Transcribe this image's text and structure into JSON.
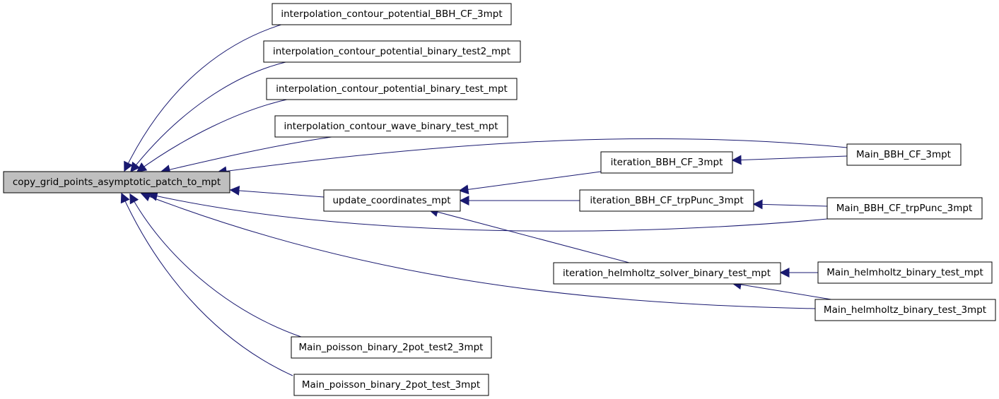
{
  "colors": {
    "edge": "#191970",
    "node_fill": "#ffffff",
    "root_fill": "#bfbfbf",
    "node_border": "#000000"
  },
  "nodes": {
    "root": {
      "label": "copy_grid_points_asymptotic_patch_to_mpt"
    },
    "interp_bbh": {
      "label": "interpolation_contour_potential_BBH_CF_3mpt"
    },
    "interp_test2": {
      "label": "interpolation_contour_potential_binary_test2_mpt"
    },
    "interp_test": {
      "label": "interpolation_contour_potential_binary_test_mpt"
    },
    "interp_wave": {
      "label": "interpolation_contour_wave_binary_test_mpt"
    },
    "update_coords": {
      "label": "update_coordinates_mpt"
    },
    "iter_bbh": {
      "label": "iteration_BBH_CF_3mpt"
    },
    "iter_trp": {
      "label": "iteration_BBH_CF_trpPunc_3mpt"
    },
    "iter_helm": {
      "label": "iteration_helmholtz_solver_binary_test_mpt"
    },
    "main_bbh": {
      "label": "Main_BBH_CF_3mpt"
    },
    "main_trp": {
      "label": "Main_BBH_CF_trpPunc_3mpt"
    },
    "main_helm": {
      "label": "Main_helmholtz_binary_test_mpt"
    },
    "main_helm3": {
      "label": "Main_helmholtz_binary_test_3mpt"
    },
    "main_poisson2": {
      "label": "Main_poisson_binary_2pot_test2_3mpt"
    },
    "main_poisson": {
      "label": "Main_poisson_binary_2pot_test_3mpt"
    }
  },
  "edges": [
    {
      "from": "interp_bbh",
      "to": "root"
    },
    {
      "from": "interp_test2",
      "to": "root"
    },
    {
      "from": "interp_test",
      "to": "root"
    },
    {
      "from": "interp_wave",
      "to": "root"
    },
    {
      "from": "main_bbh",
      "to": "root"
    },
    {
      "from": "update_coords",
      "to": "root"
    },
    {
      "from": "main_trp",
      "to": "root"
    },
    {
      "from": "main_helm3",
      "to": "root"
    },
    {
      "from": "main_poisson2",
      "to": "root"
    },
    {
      "from": "main_poisson",
      "to": "root"
    },
    {
      "from": "iter_bbh",
      "to": "update_coords"
    },
    {
      "from": "iter_trp",
      "to": "update_coords"
    },
    {
      "from": "iter_helm",
      "to": "update_coords"
    },
    {
      "from": "main_bbh",
      "to": "iter_bbh"
    },
    {
      "from": "main_trp",
      "to": "iter_trp"
    },
    {
      "from": "main_helm",
      "to": "iter_helm"
    },
    {
      "from": "main_helm3",
      "to": "iter_helm"
    }
  ]
}
